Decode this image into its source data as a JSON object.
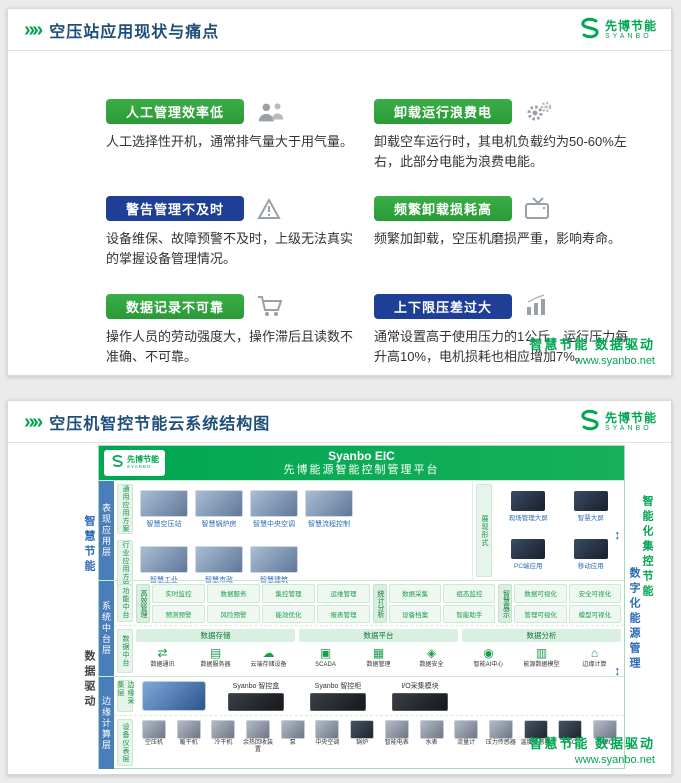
{
  "brand": {
    "name": "先博节能",
    "name_en": "SYANBO"
  },
  "colors": {
    "brand_green": "#00A651",
    "title_navy": "#1F4E79",
    "badge_blue": "#1F3E95",
    "strip_blue": "#4A7EBB"
  },
  "icons": {
    "double_chevron": "»»",
    "updown_arrow": "↕"
  },
  "footer": {
    "slogan": "智慧节能 数据驱动",
    "url": "www.syanbo.net"
  },
  "slide1": {
    "title": "空压站应用现状与痛点",
    "items": [
      {
        "badge": "人工管理效率低",
        "style": "green",
        "icon": "people-icon",
        "text": "人工选择性开机，通常排气量大于用气量。"
      },
      {
        "badge": "警告管理不及时",
        "style": "blue",
        "icon": "alert-icon",
        "text": "设备维保、故障预警不及时，上级无法真实的掌握设备管理情况。"
      },
      {
        "badge": "数据记录不可靠",
        "style": "green",
        "icon": "cart-icon",
        "text": "操作人员的劳动强度大，操作滞后且读数不准确、不可靠。"
      },
      {
        "badge": "卸载运行浪费电",
        "style": "green",
        "icon": "gears-icon",
        "text": "卸载空车运行时，其电机负载约为50-60%左右，此部分电能为浪费电能。"
      },
      {
        "badge": "频繁卸载损耗高",
        "style": "green",
        "icon": "tv-icon",
        "text": "频繁加卸载，空压机磨损严重，影响寿命。"
      },
      {
        "badge": "上下限压差过大",
        "style": "blue",
        "icon": "chart-icon",
        "text": "通常设置高于使用压力的1公斤，运行压力每升高10%，电机损耗也相应增加7%。"
      }
    ]
  },
  "slide2": {
    "title": "空压机智控节能云系统结构图",
    "platform": {
      "title_en": "Syanbo EIC",
      "title_cn": "先博能源智能控制管理平台"
    },
    "left_labels": [
      "智慧节能",
      "数据驱动"
    ],
    "right_labels": [
      {
        "text": "智能化集控节能",
        "color": "#00A651"
      },
      {
        "text": "数字化能源管理",
        "color": "#2D6BB5"
      }
    ],
    "layers": {
      "presentation": {
        "label": "表现应用层",
        "rows": [
          {
            "label": "通用应用方案",
            "items": [
              "智慧空压站",
              "智慧锅炉房",
              "智慧中央空调",
              "智慧流程控制"
            ]
          },
          {
            "label": "行业应用方案",
            "items": [
              "智慧工业",
              "智慧市政",
              "智慧建筑"
            ]
          }
        ],
        "display": {
          "label": "展现形式",
          "items": [
            "现场管理大屏",
            "智慧大屏",
            "PC端应用",
            "移动应用"
          ]
        }
      },
      "middle": {
        "label": "系统中台层",
        "function": {
          "label": "功能中台",
          "groups": [
            {
              "head": "高效管理",
              "chips": [
                "实时监控",
                "预测预警",
                "数据服务",
                "风险预警",
                "集控管理",
                "能效优化",
                "运维管理",
                "报表管理"
              ]
            },
            {
              "head": "统计分析",
              "chips": [
                "数据采集",
                "设备档案",
                "组态监控",
                "智能助手"
              ]
            },
            {
              "head": "智慧展示",
              "chips": [
                "数据可视化",
                "管理可视化",
                "安全可视化",
                "模型可视化"
              ]
            }
          ]
        },
        "data": {
          "label": "数据中台",
          "groups": [
            {
              "head": "数据存储",
              "items": [
                {
                  "name": "数据通讯",
                  "glyph": "⇄"
                },
                {
                  "name": "数据服务器",
                  "glyph": "▤"
                },
                {
                  "name": "云端存储设备",
                  "glyph": "☁"
                }
              ]
            },
            {
              "head": "数据平台",
              "items": [
                {
                  "name": "SCADA",
                  "glyph": "▣"
                },
                {
                  "name": "数据管理",
                  "glyph": "▦"
                },
                {
                  "name": "数据安全",
                  "glyph": "◈"
                }
              ]
            },
            {
              "head": "数据分析",
              "items": [
                {
                  "name": "智能AI中心",
                  "glyph": "◉"
                },
                {
                  "name": "能源数据模型",
                  "glyph": "▥"
                },
                {
                  "name": "边缘计算",
                  "glyph": "⌂"
                }
              ]
            }
          ]
        }
      },
      "edge": {
        "label": "边缘计算层",
        "collect": {
          "label": "边缘采集层",
          "items": [
            "Syanbo 智控盒",
            "Syanbo 智控柜",
            "I/O采集模块"
          ]
        },
        "devices": {
          "label": "设备仪表层",
          "items": [
            "空压机",
            "暖干机",
            "冷干机",
            "余热回收装置",
            "泵",
            "中央空调",
            "锅炉",
            "智能电表",
            "水表",
            "流量计",
            "压力传感器",
            "温度传感器",
            "PLC",
            "HMI"
          ]
        }
      }
    }
  }
}
